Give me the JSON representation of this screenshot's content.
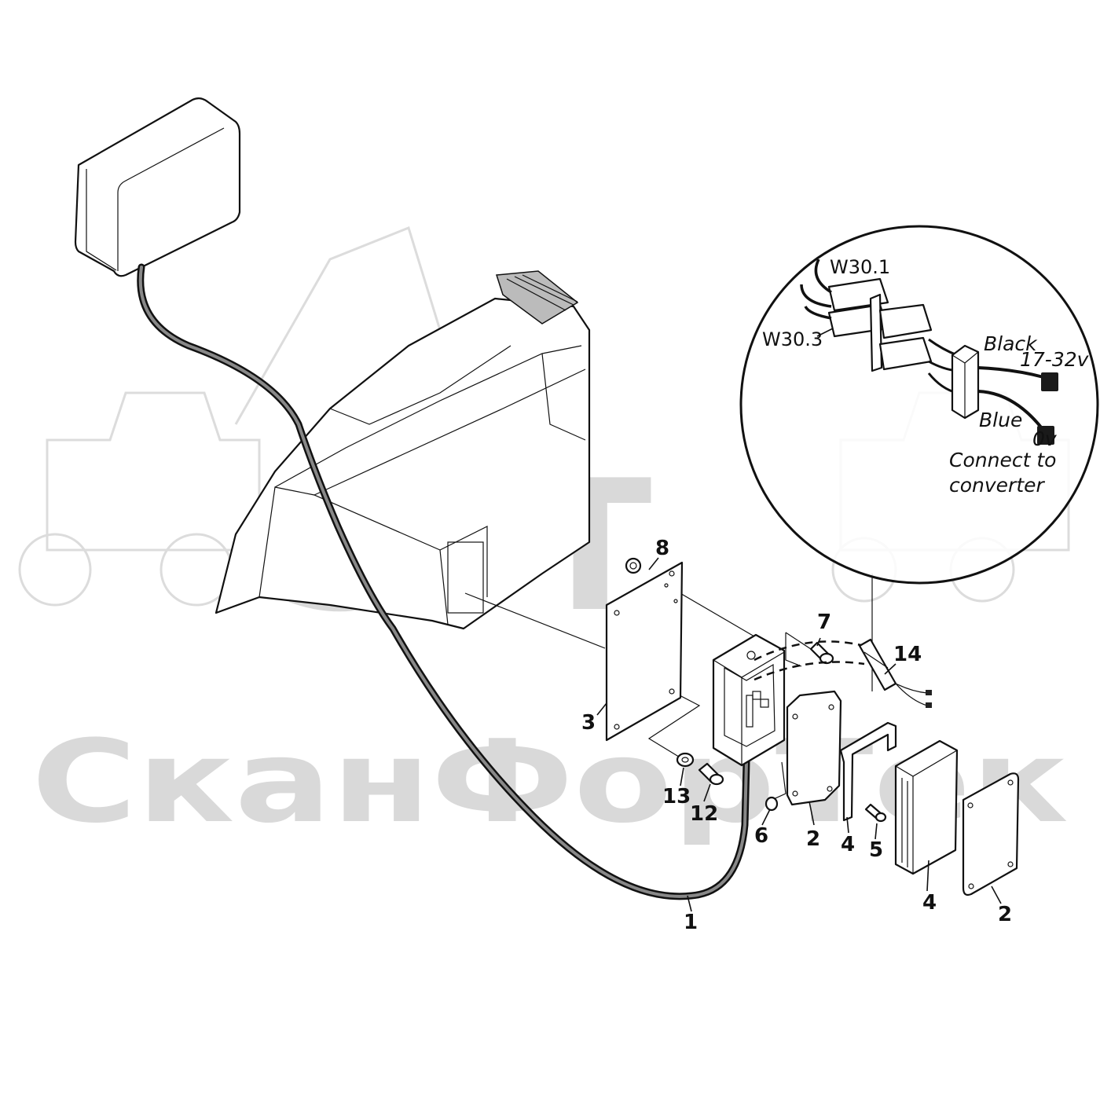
{
  "watermark": {
    "logo_text": "SFT",
    "company_text": "СканФорТек"
  },
  "detail": {
    "connector_top": "W30.1",
    "connector_bottom": "W30.3",
    "wire_black": "Black",
    "voltage": "17-32v",
    "wire_blue": "Blue",
    "zero_volt": "0v",
    "note_line1": "Connect to",
    "note_line2": "converter"
  },
  "callouts": {
    "c1": "1",
    "c2a": "2",
    "c2b": "2",
    "c3": "3",
    "c4a": "4",
    "c4b": "4",
    "c5": "5",
    "c6": "6",
    "c7": "7",
    "c8": "8",
    "c12": "12",
    "c13": "13",
    "c14": "14"
  }
}
